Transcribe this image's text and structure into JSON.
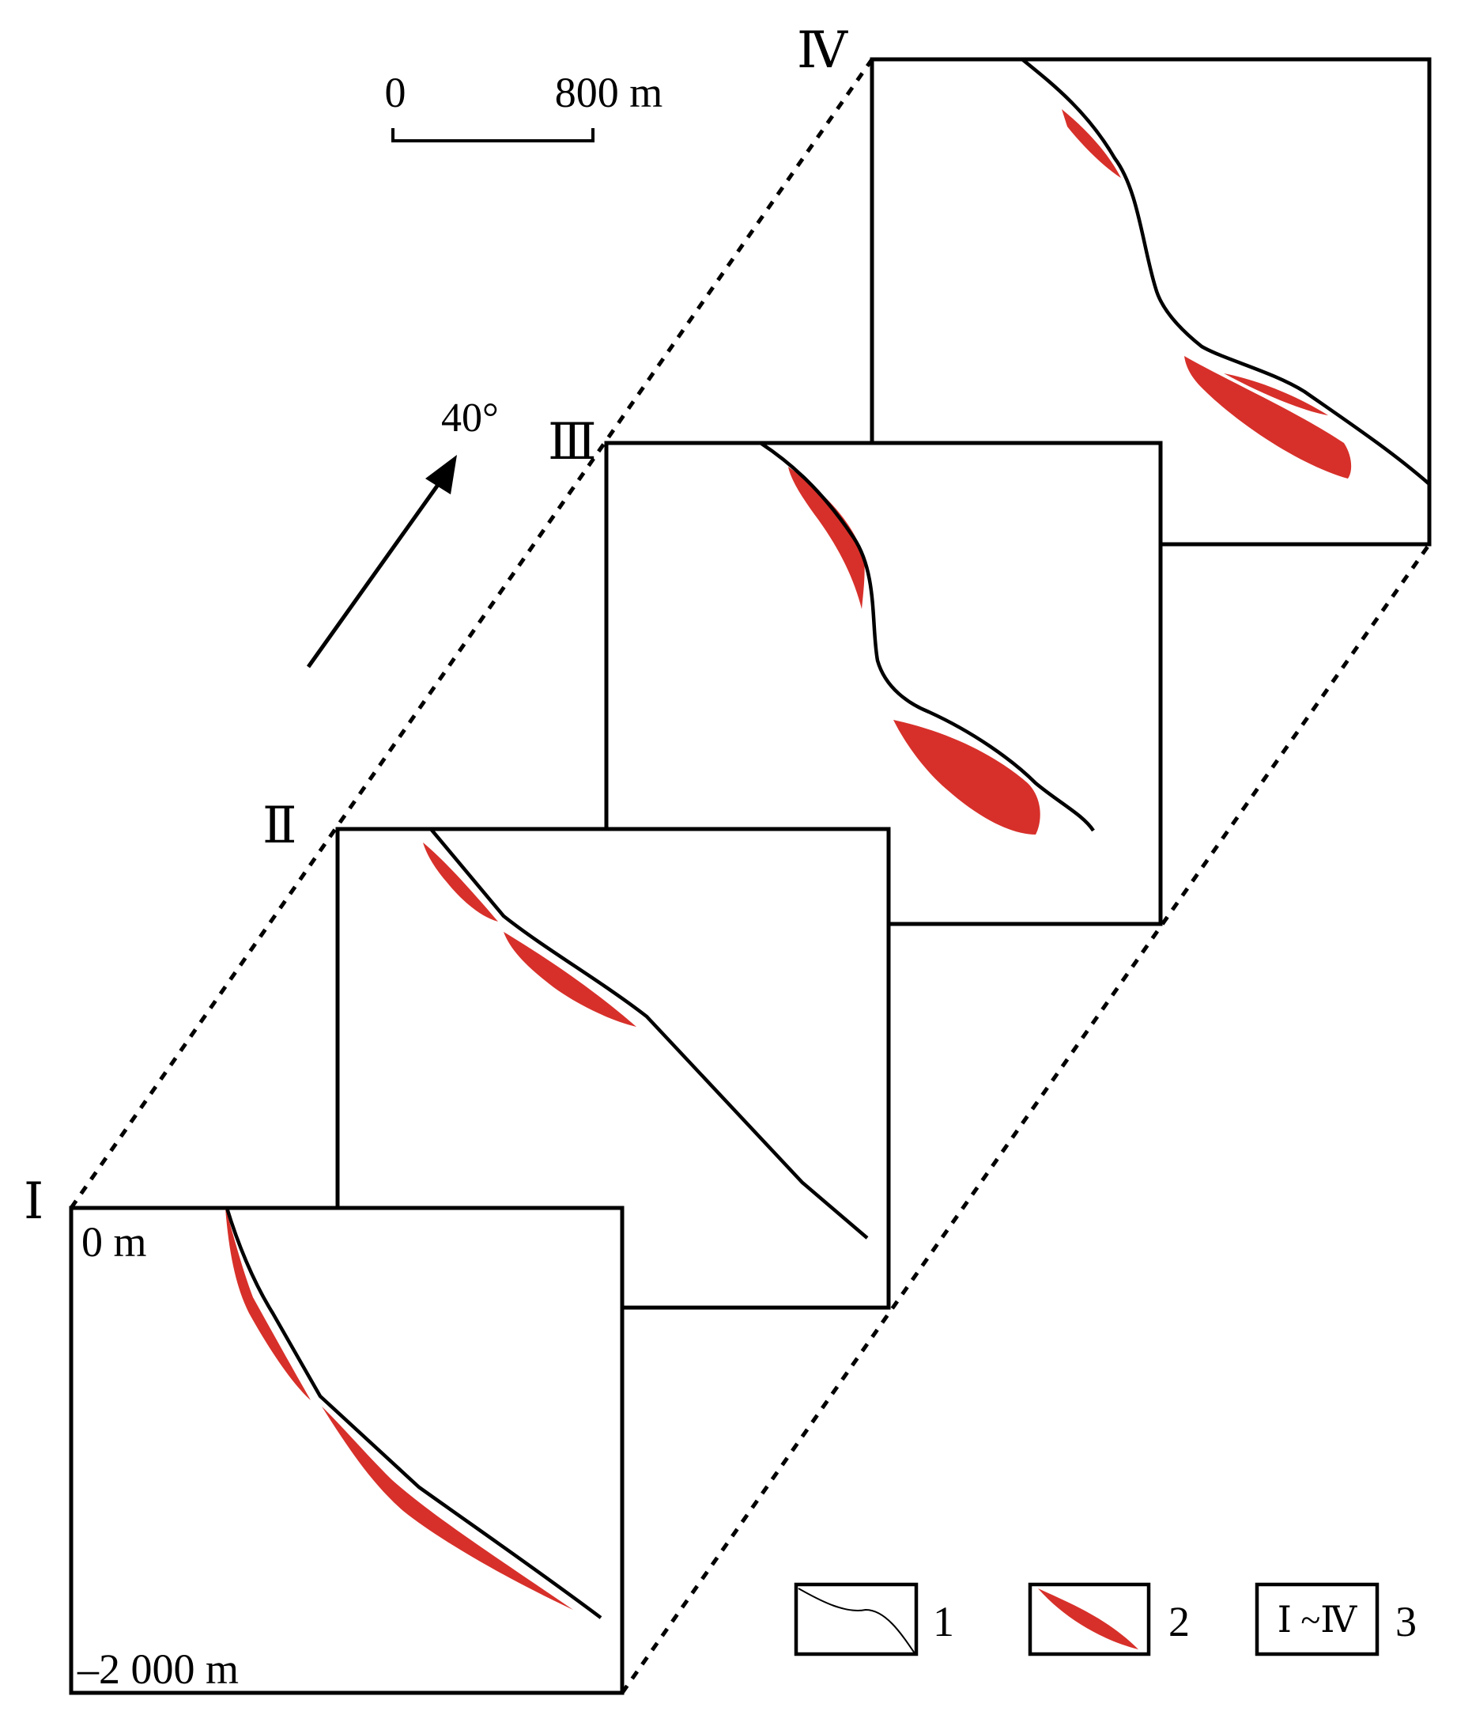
{
  "scale_bar": {
    "start_label": "0",
    "end_label": "800 m"
  },
  "direction": {
    "label": "40°"
  },
  "sections": [
    {
      "id": "I",
      "label": "Ⅰ",
      "top_label": "0 m",
      "bottom_label": "–2 000 m"
    },
    {
      "id": "II",
      "label": "Ⅱ"
    },
    {
      "id": "III",
      "label": "Ⅲ"
    },
    {
      "id": "IV",
      "label": "Ⅳ"
    }
  ],
  "legend": [
    {
      "number": "1",
      "swatch": "fault-line"
    },
    {
      "number": "2",
      "swatch": "ore-body"
    },
    {
      "number": "3",
      "swatch": "section-number",
      "swatch_text": "Ⅰ ~Ⅳ"
    }
  ],
  "colors": {
    "line": "#000000",
    "ore_body": "#d7302a"
  }
}
